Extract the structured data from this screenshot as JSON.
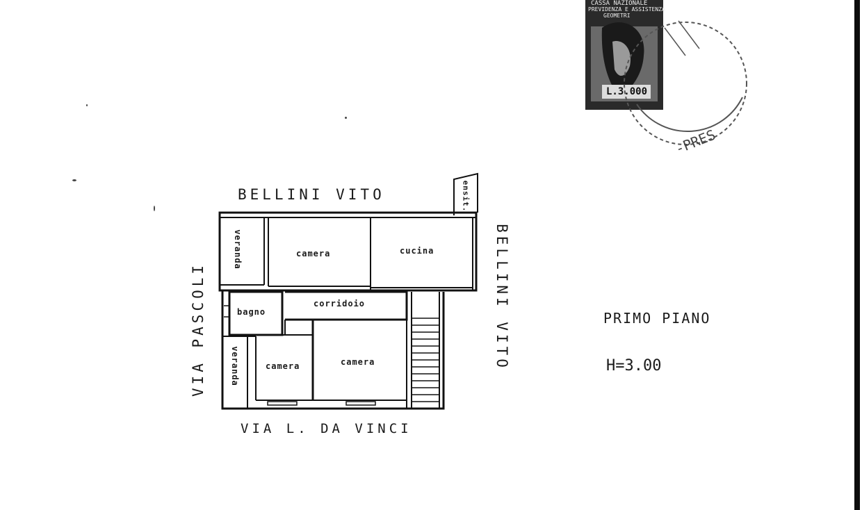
{
  "plan": {
    "neighbor_top": "BELLINI  VITO",
    "neighbor_right": "BELLINI  VITO",
    "street_left": "VIA   PASCOLI",
    "street_bottom": "VIA   L. DA  VINCI",
    "rooms": {
      "veranda_top": "veranda",
      "camera_top": "camera",
      "cucina": "cucina",
      "bagno": "bagno",
      "corridoio": "corridoio",
      "veranda_bottom": "veranda",
      "camera_bottom_left": "camera",
      "camera_bottom_right": "camera",
      "ripostiglio": "ensit."
    }
  },
  "floor": {
    "name": "PRIMO  PIANO",
    "height": "H=3.00"
  },
  "stamp": {
    "header_lines": [
      "CASSA NAZIONALE",
      "PREVIDENZA E ASSISTENZA",
      "GEOMETRI"
    ],
    "value": "L.3.000",
    "postmark_text": "-PRES"
  },
  "colors": {
    "ink": "#111111",
    "paper": "#ffffff"
  }
}
